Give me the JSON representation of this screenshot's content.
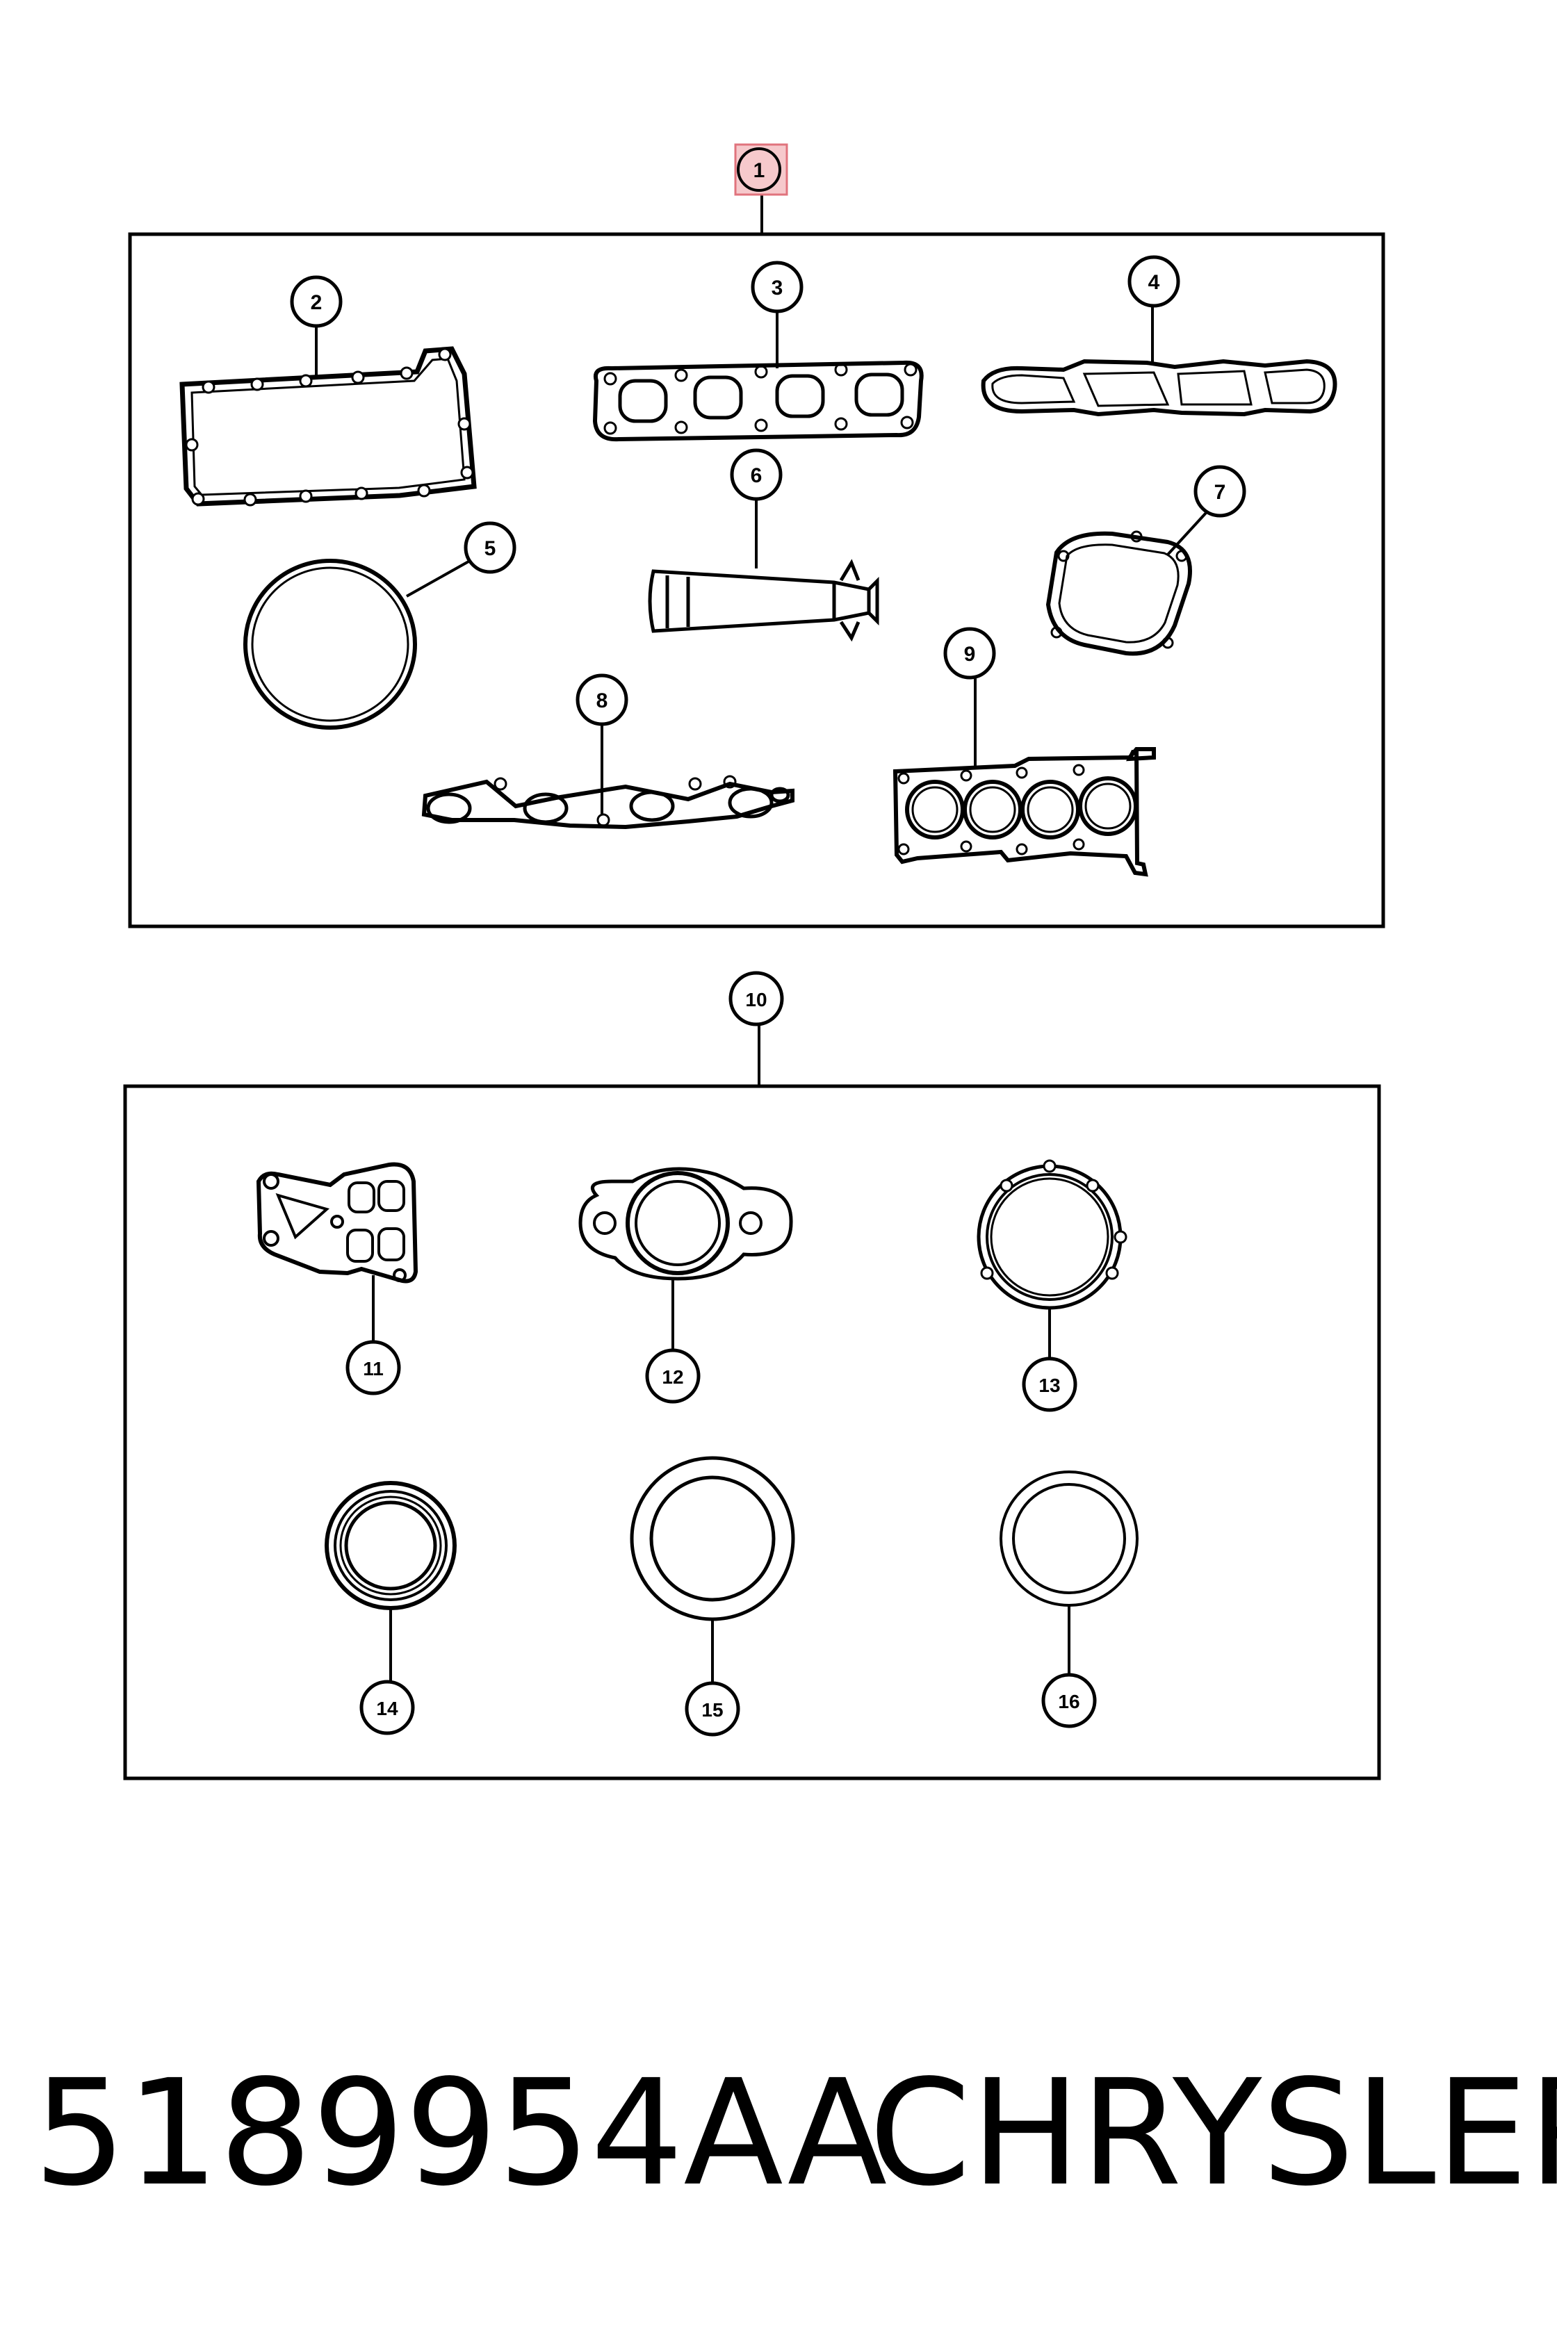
{
  "callouts": [
    {
      "id": "1",
      "label": "1",
      "highlighted": true
    },
    {
      "id": "2",
      "label": "2"
    },
    {
      "id": "3",
      "label": "3"
    },
    {
      "id": "4",
      "label": "4"
    },
    {
      "id": "5",
      "label": "5"
    },
    {
      "id": "6",
      "label": "6"
    },
    {
      "id": "7",
      "label": "7"
    },
    {
      "id": "8",
      "label": "8"
    },
    {
      "id": "9",
      "label": "9"
    },
    {
      "id": "10",
      "label": "10"
    },
    {
      "id": "11",
      "label": "11"
    },
    {
      "id": "12",
      "label": "12"
    },
    {
      "id": "13",
      "label": "13"
    },
    {
      "id": "14",
      "label": "14"
    },
    {
      "id": "15",
      "label": "15"
    },
    {
      "id": "16",
      "label": "16"
    }
  ],
  "footer": {
    "part_number": "5189954AA",
    "brand": "CHRYSLER"
  },
  "colors": {
    "line": "#000000",
    "highlight_fill": "#f6c9cc",
    "highlight_stroke": "#e0737d",
    "background": "#ffffff"
  }
}
